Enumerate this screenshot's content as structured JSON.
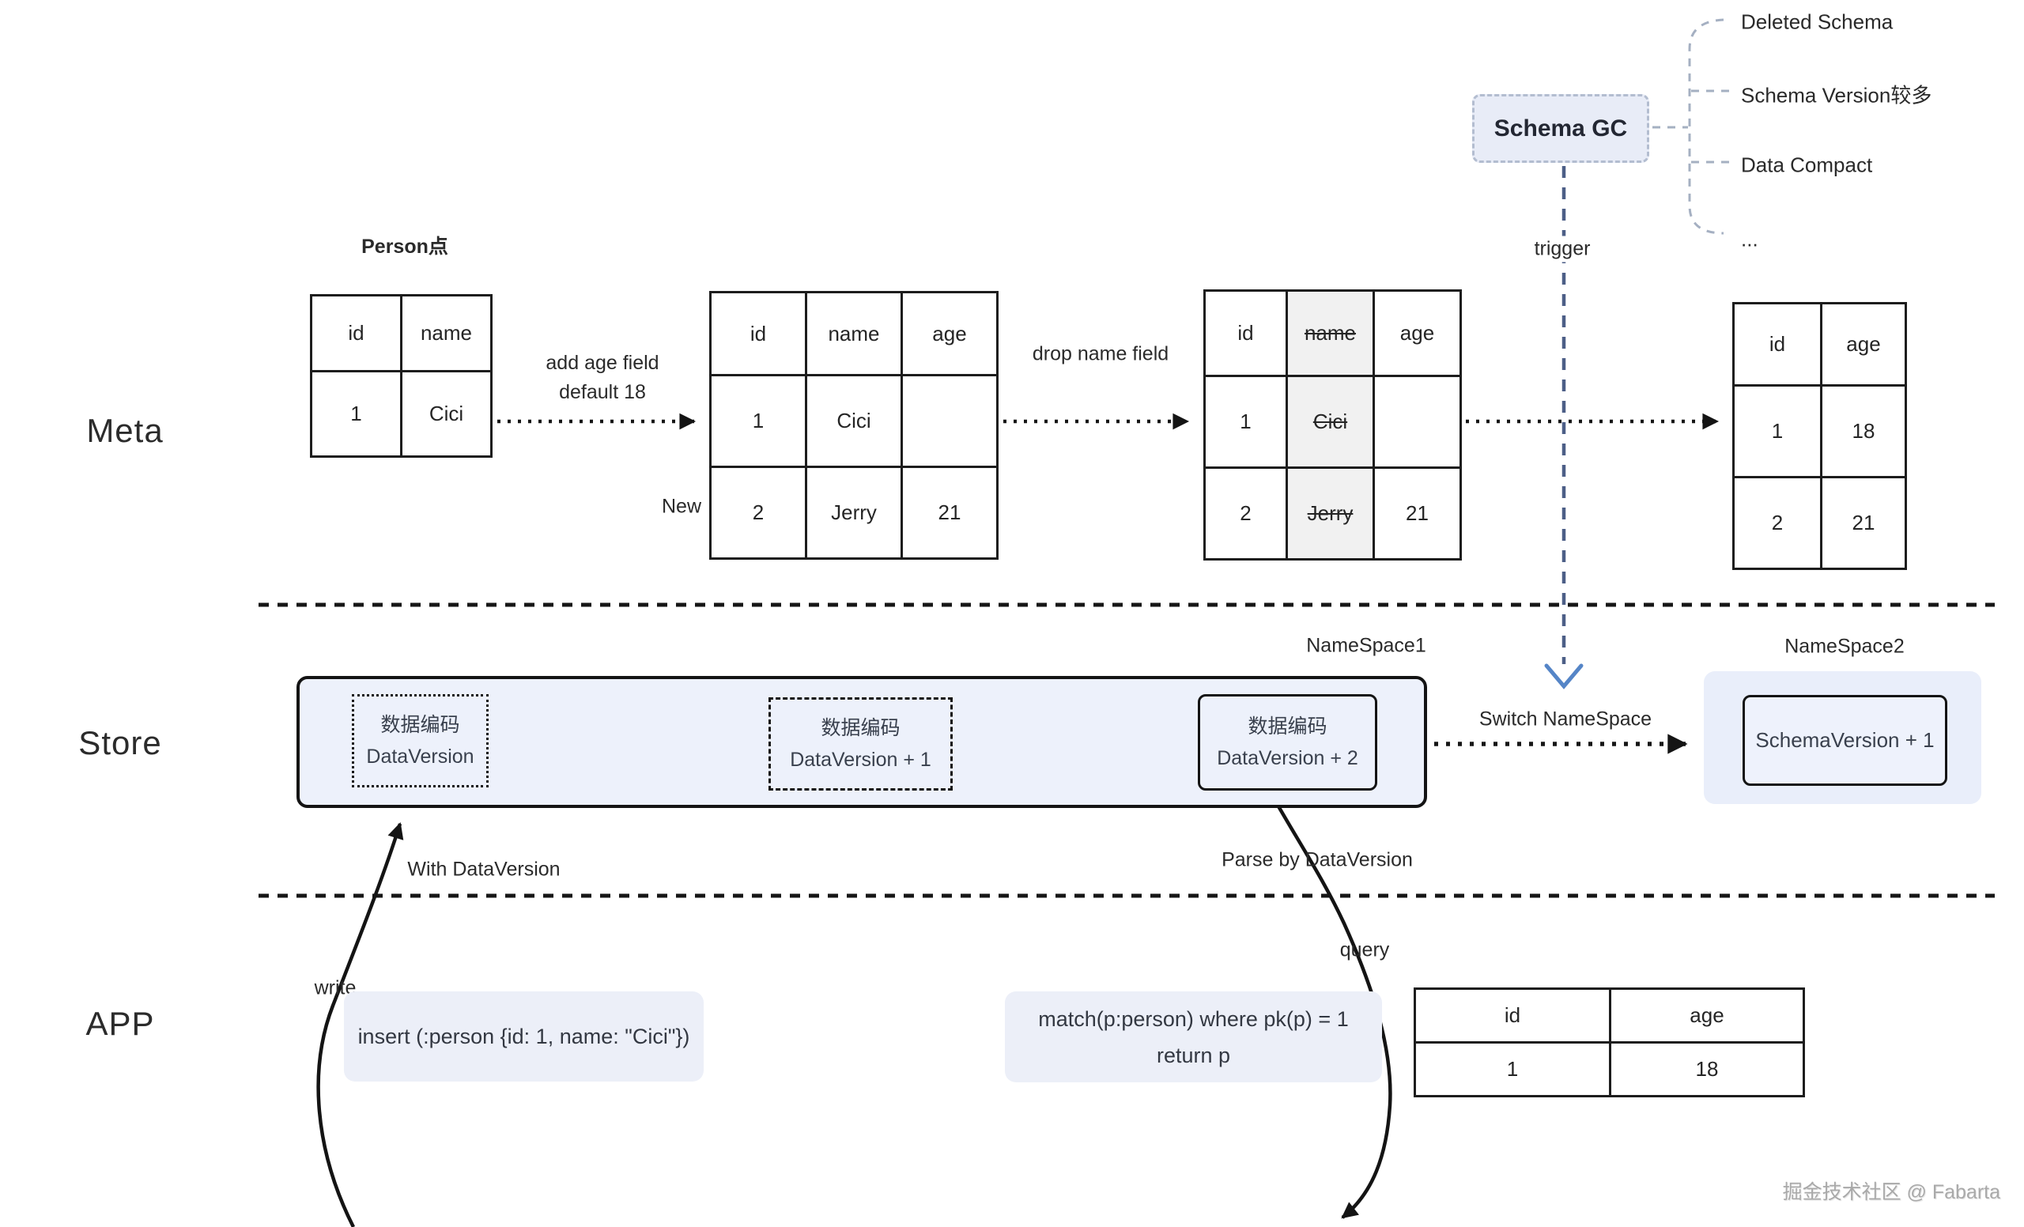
{
  "meta_row": {
    "label": "Meta",
    "person_label": "Person点",
    "table1": {
      "headers": [
        "id",
        "name"
      ],
      "rows": [
        [
          "1",
          "Cici"
        ]
      ]
    },
    "arrow1_label": "add age field\ndefault 18",
    "new_label": "New",
    "table2": {
      "headers": [
        "id",
        "name",
        "age"
      ],
      "rows": [
        [
          "1",
          "Cici",
          ""
        ],
        [
          "2",
          "Jerry",
          "21"
        ]
      ]
    },
    "arrow2_label": "drop name field",
    "table3": {
      "headers": [
        "id",
        "name",
        "age"
      ],
      "rows": [
        [
          "1",
          "Cici",
          ""
        ],
        [
          "2",
          "Jerry",
          "21"
        ]
      ]
    },
    "table4": {
      "headers": [
        "id",
        "age"
      ],
      "rows": [
        [
          "1",
          "18"
        ],
        [
          "2",
          "21"
        ]
      ]
    }
  },
  "schema_gc": {
    "title": "Schema GC",
    "trigger_label": "trigger",
    "items": [
      "Deleted Schema",
      "Schema Version较多",
      "Data Compact",
      "..."
    ]
  },
  "store_row": {
    "label": "Store",
    "namespace1_label": "NameSpace1",
    "namespace2_label": "NameSpace2",
    "box1_line1": "数据编码",
    "box1_line2": "DataVersion",
    "box2_line1": "数据编码",
    "box2_line2": "DataVersion + 1",
    "box3_line1": "数据编码",
    "box3_line2": "DataVersion + 2",
    "switch_label": "Switch NameSpace",
    "schema_version_box": "SchemaVersion + 1",
    "with_dataversion_label": "With DataVersion",
    "parse_by_dataversion_label": "Parse by DataVersion"
  },
  "app_row": {
    "label": "APP",
    "write_label": "write",
    "insert_code": "insert (:person {id: 1, name: \"Cici\"})",
    "query_label": "query",
    "match_code_line1": "match(p:person) where pk(p) = 1",
    "match_code_line2": "return p",
    "result_table": {
      "headers": [
        "id",
        "age"
      ],
      "rows": [
        [
          "1",
          "18"
        ]
      ]
    }
  },
  "watermark": "掘金技术社区 @ Fabarta",
  "colors": {
    "accent_fill": "#edf1fb",
    "gc_fill": "#e8ecf7",
    "code_fill": "#eceff8",
    "trigger_dash": "#4d5f87",
    "trigger_chevron": "#5585c7",
    "bracket": "#a5b0c2",
    "stroke": "#161616"
  }
}
